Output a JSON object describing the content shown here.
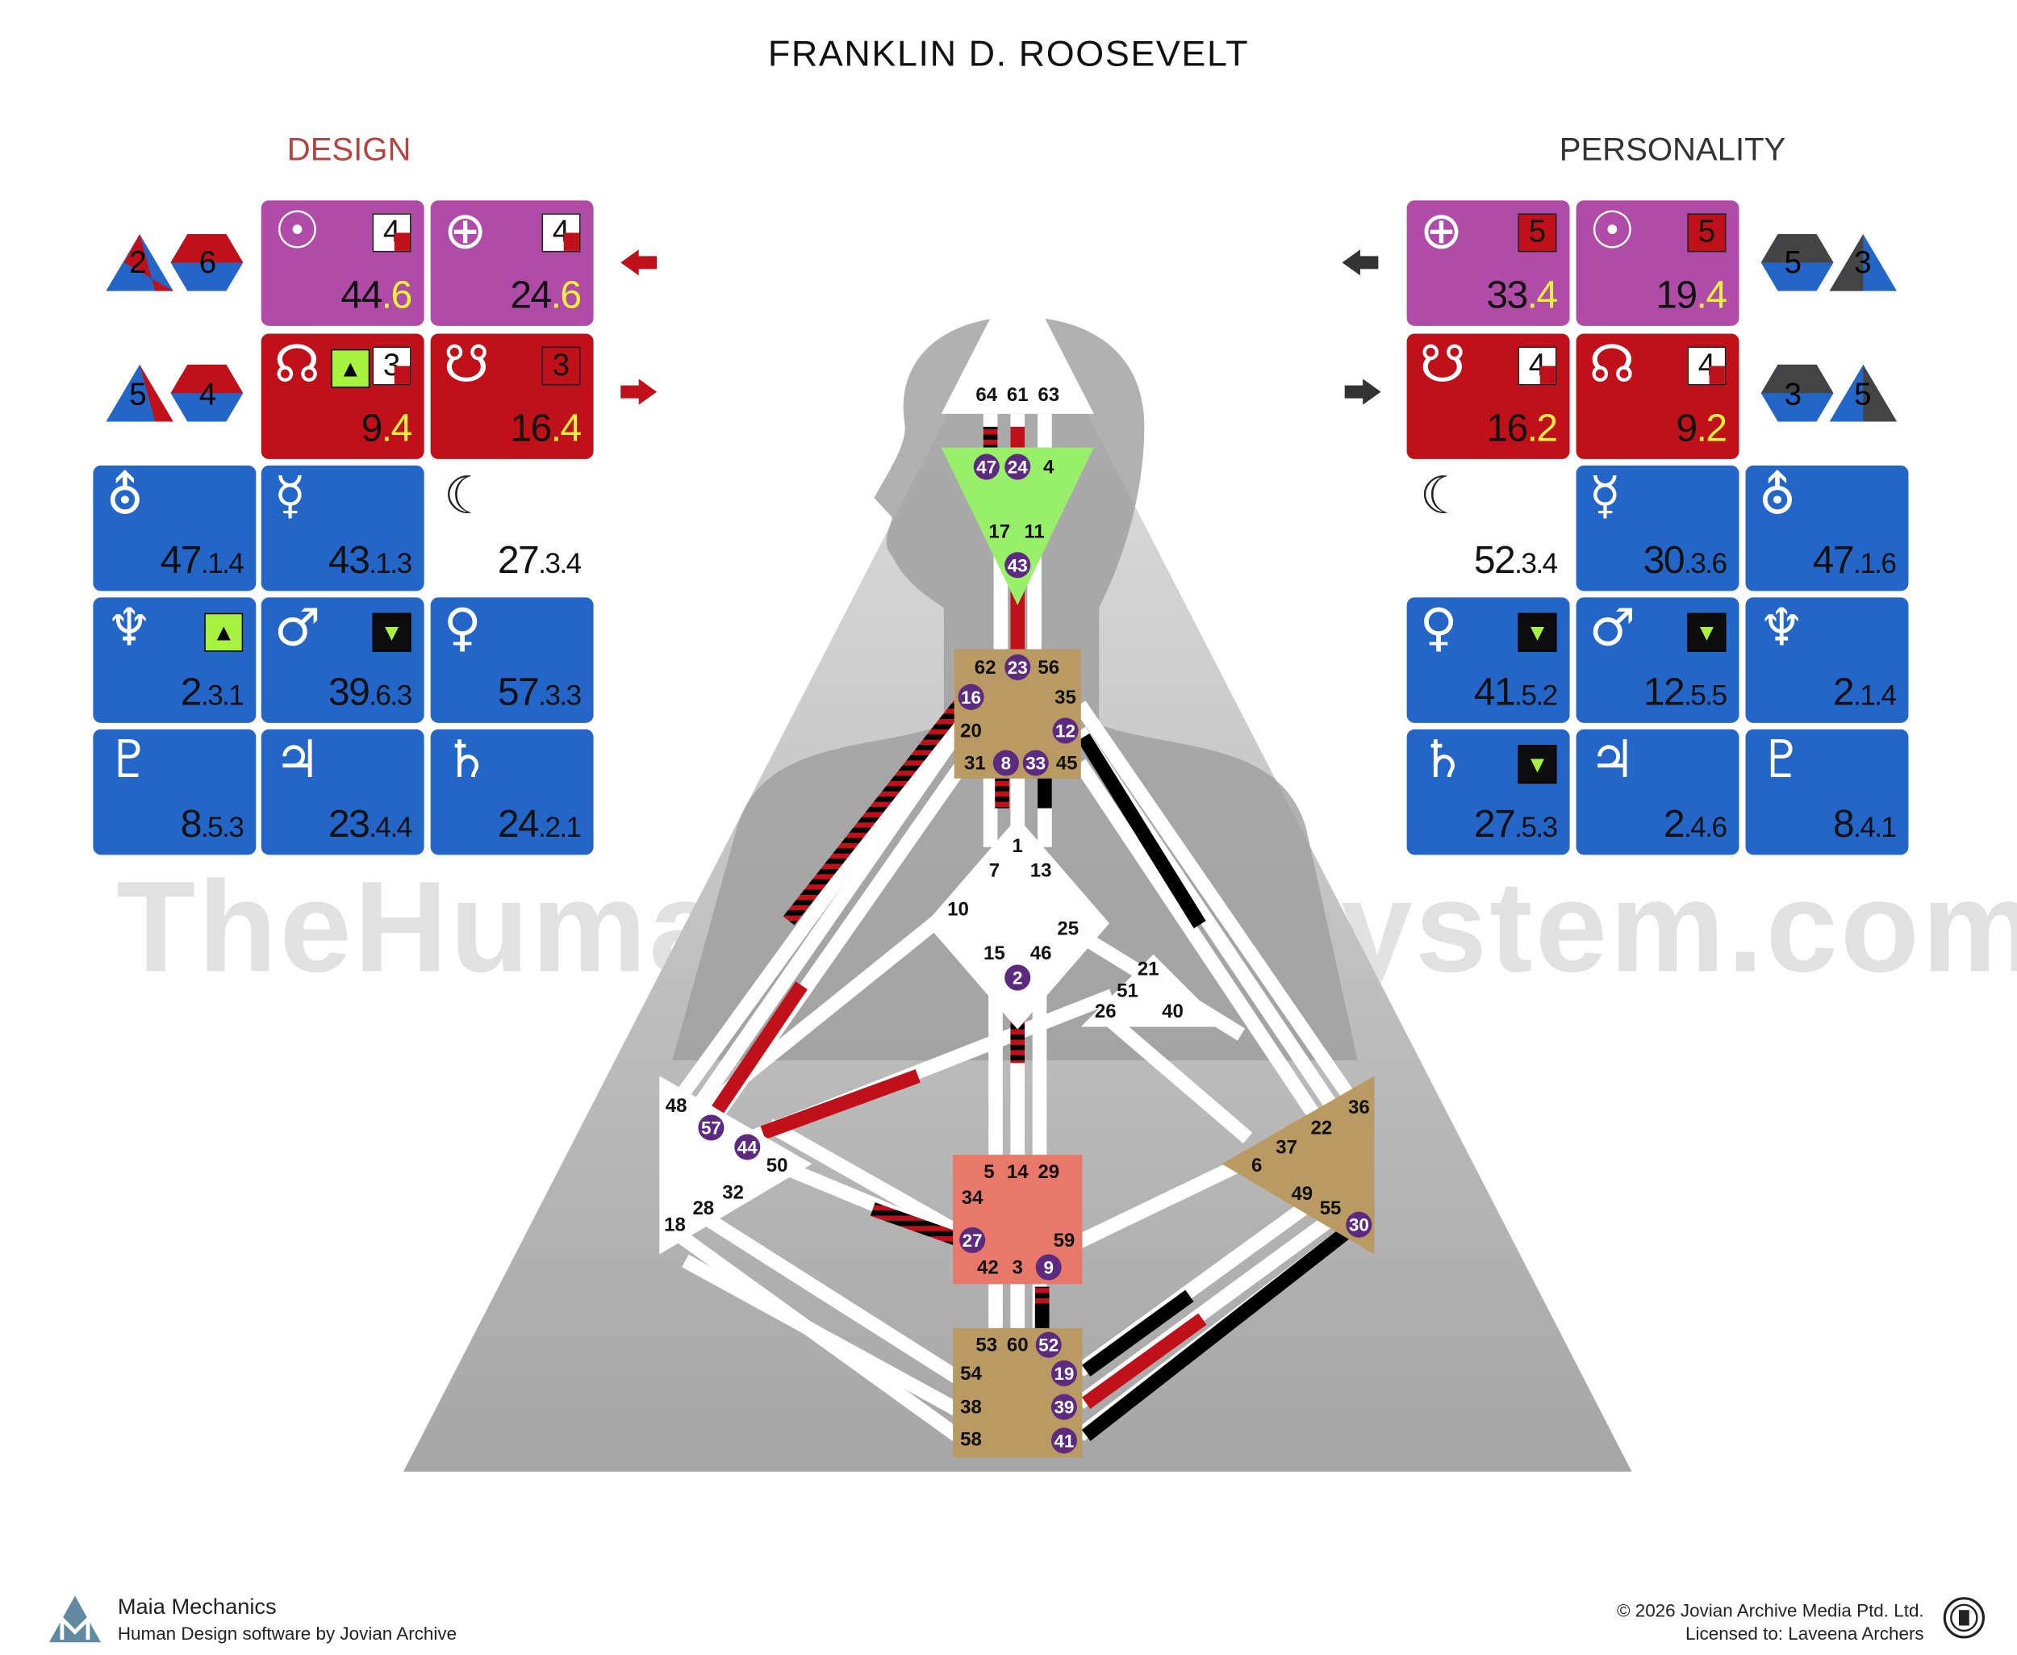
{
  "title": "FRANKLIN D. ROOSEVELT",
  "headers": {
    "design": "DESIGN",
    "personality": "PERSONALITY"
  },
  "watermark": "TheHumanDesignSystem.com",
  "colors": {
    "design": "#c0111b",
    "personality": "#111111",
    "defined_center_tan": "#b99a63",
    "sacral": "#e8786a",
    "ajna": "#98ef6a",
    "pink_card": "#b04ca8",
    "blue_card": "#2366c8"
  },
  "design_panel": {
    "cards": [
      {
        "planet": "sun-icon",
        "glyph": "☉",
        "gate": "44",
        "line": "6",
        "line_box": "4"
      },
      {
        "planet": "earth-icon",
        "glyph": "⊕",
        "gate": "24",
        "line": "6",
        "line_box": "4"
      },
      {
        "planet": "north-node-icon",
        "glyph": "☊",
        "gate": "9",
        "line": "4",
        "line_box": "3",
        "arrow": "up"
      },
      {
        "planet": "south-node-icon",
        "glyph": "☋",
        "gate": "16",
        "line": "4",
        "line_box": "3"
      },
      {
        "planet": "uranus-icon",
        "glyph": "⛢",
        "value": "47",
        "sub": ".1.4"
      },
      {
        "planet": "mercury-icon",
        "glyph": "☿",
        "value": "43",
        "sub": ".1.3"
      },
      {
        "planet": "moon-icon",
        "glyph": "☾",
        "value": "27",
        "sub": ".3.4"
      },
      {
        "planet": "neptune-icon",
        "glyph": "♆",
        "value": "2",
        "sub": ".3.1",
        "arrow": "up"
      },
      {
        "planet": "mars-icon",
        "glyph": "♂",
        "value": "39",
        "sub": ".6.3",
        "arrow": "down"
      },
      {
        "planet": "venus-icon",
        "glyph": "♀",
        "value": "57",
        "sub": ".3.3"
      },
      {
        "planet": "pluto-icon",
        "glyph": "♇",
        "value": "8",
        "sub": ".5.3"
      },
      {
        "planet": "jupiter-icon",
        "glyph": "♃",
        "value": "23",
        "sub": ".4.4"
      },
      {
        "planet": "saturn-icon",
        "glyph": "♄",
        "value": "24",
        "sub": ".2.1"
      }
    ],
    "variables": [
      {
        "a": "2",
        "b": "6"
      },
      {
        "a": "5",
        "b": "4"
      }
    ]
  },
  "personality_panel": {
    "cards": [
      {
        "planet": "earth-icon",
        "glyph": "⊕",
        "gate": "33",
        "line": "4",
        "line_box": "5"
      },
      {
        "planet": "sun-icon",
        "glyph": "☉",
        "gate": "19",
        "line": "4",
        "line_box": "5"
      },
      {
        "planet": "south-node-icon",
        "glyph": "☋",
        "gate": "16",
        "line": "2",
        "line_box": "4"
      },
      {
        "planet": "north-node-icon",
        "glyph": "☊",
        "gate": "9",
        "line": "2",
        "line_box": "4"
      },
      {
        "planet": "moon-icon",
        "glyph": "☾",
        "value": "52",
        "sub": ".3.4"
      },
      {
        "planet": "mercury-icon",
        "glyph": "☿",
        "value": "30",
        "sub": ".3.6"
      },
      {
        "planet": "uranus-icon",
        "glyph": "⛢",
        "value": "47",
        "sub": ".1.6"
      },
      {
        "planet": "venus-icon",
        "glyph": "♀",
        "value": "41",
        "sub": ".5.2",
        "arrow": "down"
      },
      {
        "planet": "mars-icon",
        "glyph": "♂",
        "value": "12",
        "sub": ".5.5",
        "arrow": "down"
      },
      {
        "planet": "neptune-icon",
        "glyph": "♆",
        "value": "2",
        "sub": ".1.4"
      },
      {
        "planet": "saturn-icon",
        "glyph": "♄",
        "value": "27",
        "sub": ".5.3",
        "arrow": "down"
      },
      {
        "planet": "jupiter-icon",
        "glyph": "♃",
        "value": "2",
        "sub": ".4.6"
      },
      {
        "planet": "pluto-icon",
        "glyph": "♇",
        "value": "8",
        "sub": ".4.1"
      }
    ],
    "variables": [
      {
        "a": "5",
        "b": "3"
      },
      {
        "a": "3",
        "b": "5"
      }
    ]
  },
  "centers": {
    "head": {
      "gates": [
        "64",
        "61",
        "63"
      ],
      "defined": false
    },
    "ajna": {
      "gates": [
        "47",
        "24",
        "4",
        "17",
        "11",
        "43"
      ],
      "active": [
        "47",
        "24",
        "43"
      ],
      "defined": true
    },
    "throat": {
      "gates": [
        "62",
        "23",
        "56",
        "16",
        "35",
        "20",
        "12",
        "31",
        "8",
        "33",
        "45"
      ],
      "active": [
        "23",
        "16",
        "12",
        "8",
        "33"
      ],
      "defined": true
    },
    "g": {
      "gates": [
        "1",
        "7",
        "13",
        "10",
        "25",
        "15",
        "46",
        "2"
      ],
      "active": [
        "2"
      ],
      "defined": false
    },
    "heart": {
      "gates": [
        "21",
        "51",
        "26",
        "40"
      ],
      "defined": false
    },
    "spleen": {
      "gates": [
        "48",
        "57",
        "44",
        "50",
        "32",
        "28",
        "18"
      ],
      "active": [
        "57",
        "44"
      ],
      "defined": false
    },
    "sacral": {
      "gates": [
        "5",
        "14",
        "29",
        "34",
        "27",
        "59",
        "42",
        "3",
        "9"
      ],
      "active": [
        "27",
        "9"
      ],
      "defined": true
    },
    "solar_plexus": {
      "gates": [
        "36",
        "22",
        "37",
        "6",
        "49",
        "55",
        "30"
      ],
      "active": [
        "30"
      ],
      "defined": true
    },
    "root": {
      "gates": [
        "53",
        "60",
        "52",
        "54",
        "19",
        "38",
        "39",
        "58",
        "41"
      ],
      "active": [
        "52",
        "19",
        "39",
        "41"
      ],
      "defined": true
    }
  },
  "footer": {
    "brand": "Maia Mechanics",
    "tagline": "Human Design software by Jovian Archive",
    "copyright": "© 2026 Jovian Archive Media Ptd. Ltd.",
    "license": "Licensed to: Laveena Archers"
  }
}
